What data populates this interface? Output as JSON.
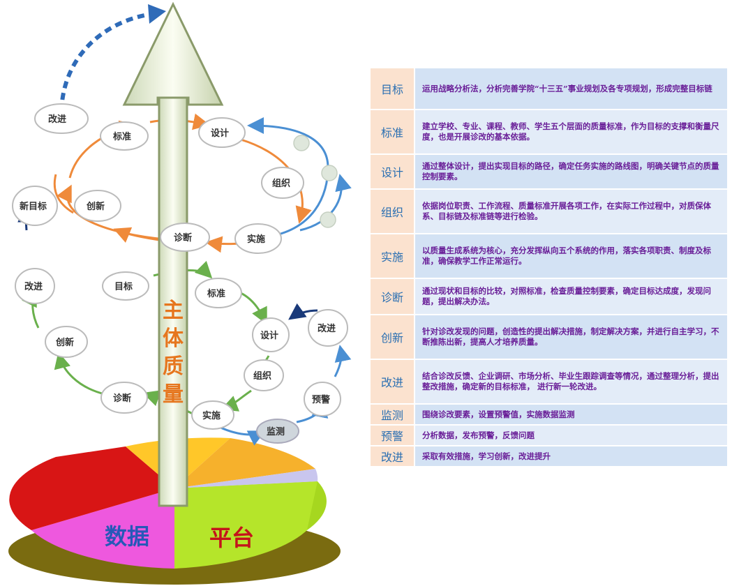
{
  "diagram": {
    "central_axis": [
      "主",
      "体",
      "质",
      "量"
    ],
    "pie_labels": {
      "left": "数据",
      "right": "平台"
    },
    "upper_loop": [
      "改进",
      "标准",
      "设计",
      "组织",
      "实施",
      "诊断",
      "创新",
      "新目标"
    ],
    "lower_loop": [
      "目标",
      "标准",
      "设计",
      "改进",
      "组织",
      "实施",
      "诊断",
      "创新",
      "改进",
      "预警",
      "监测"
    ]
  },
  "table": {
    "rows": [
      {
        "term": "目标",
        "desc": "运用战略分析法，分析完善学院“十三五”事业规划及各专项规划，形成完整目标链"
      },
      {
        "term": "标准",
        "desc": "建立学校、专业、课程、教师、学生五个层面的质量标准，作为目标的支撑和衡量尺度，也是开展诊改的基本依据。"
      },
      {
        "term": "设计",
        "desc": "通过整体设计，提出实现目标的路径，确定任务实施的路线图，明确关键节点的质量控制要素。"
      },
      {
        "term": "组织",
        "desc": "依据岗位职责、工作流程、质量标准开展各项工作，在实际工作过程中，对质保体系、目标链及标准链等进行检验。"
      },
      {
        "term": "实施",
        "desc": "以质量生成系统为核心，充分发挥纵向五个系统的作用，落实各项职责、制度及标准，确保教学工作正常运行。"
      },
      {
        "term": "诊断",
        "desc": "通过现状和目标的比较，对照标准，检查质量控制要素，确定目标达成度，发现问题，提出解决办法。"
      },
      {
        "term": "创新",
        "desc": "针对诊改发现的问题，创造性的提出解决措施，制定解决方案，并进行自主学习，不断推陈出新，提高人才培养质量。"
      },
      {
        "term": "改进",
        "desc": "结合诊改反馈、企业调研、市场分析、毕业生跟踪调查等情况，通过整理分析，提出整改措施，确定新的目标标准，  进行新一轮改进。"
      },
      {
        "term": "监测",
        "desc": "围绕诊改要素，设置预警值，实施数据监测"
      },
      {
        "term": "预警",
        "desc": "分析数据，发布预警，反馈问题"
      },
      {
        "term": "改进",
        "desc": "采取有效措施，学习创新，改进提升"
      }
    ]
  }
}
